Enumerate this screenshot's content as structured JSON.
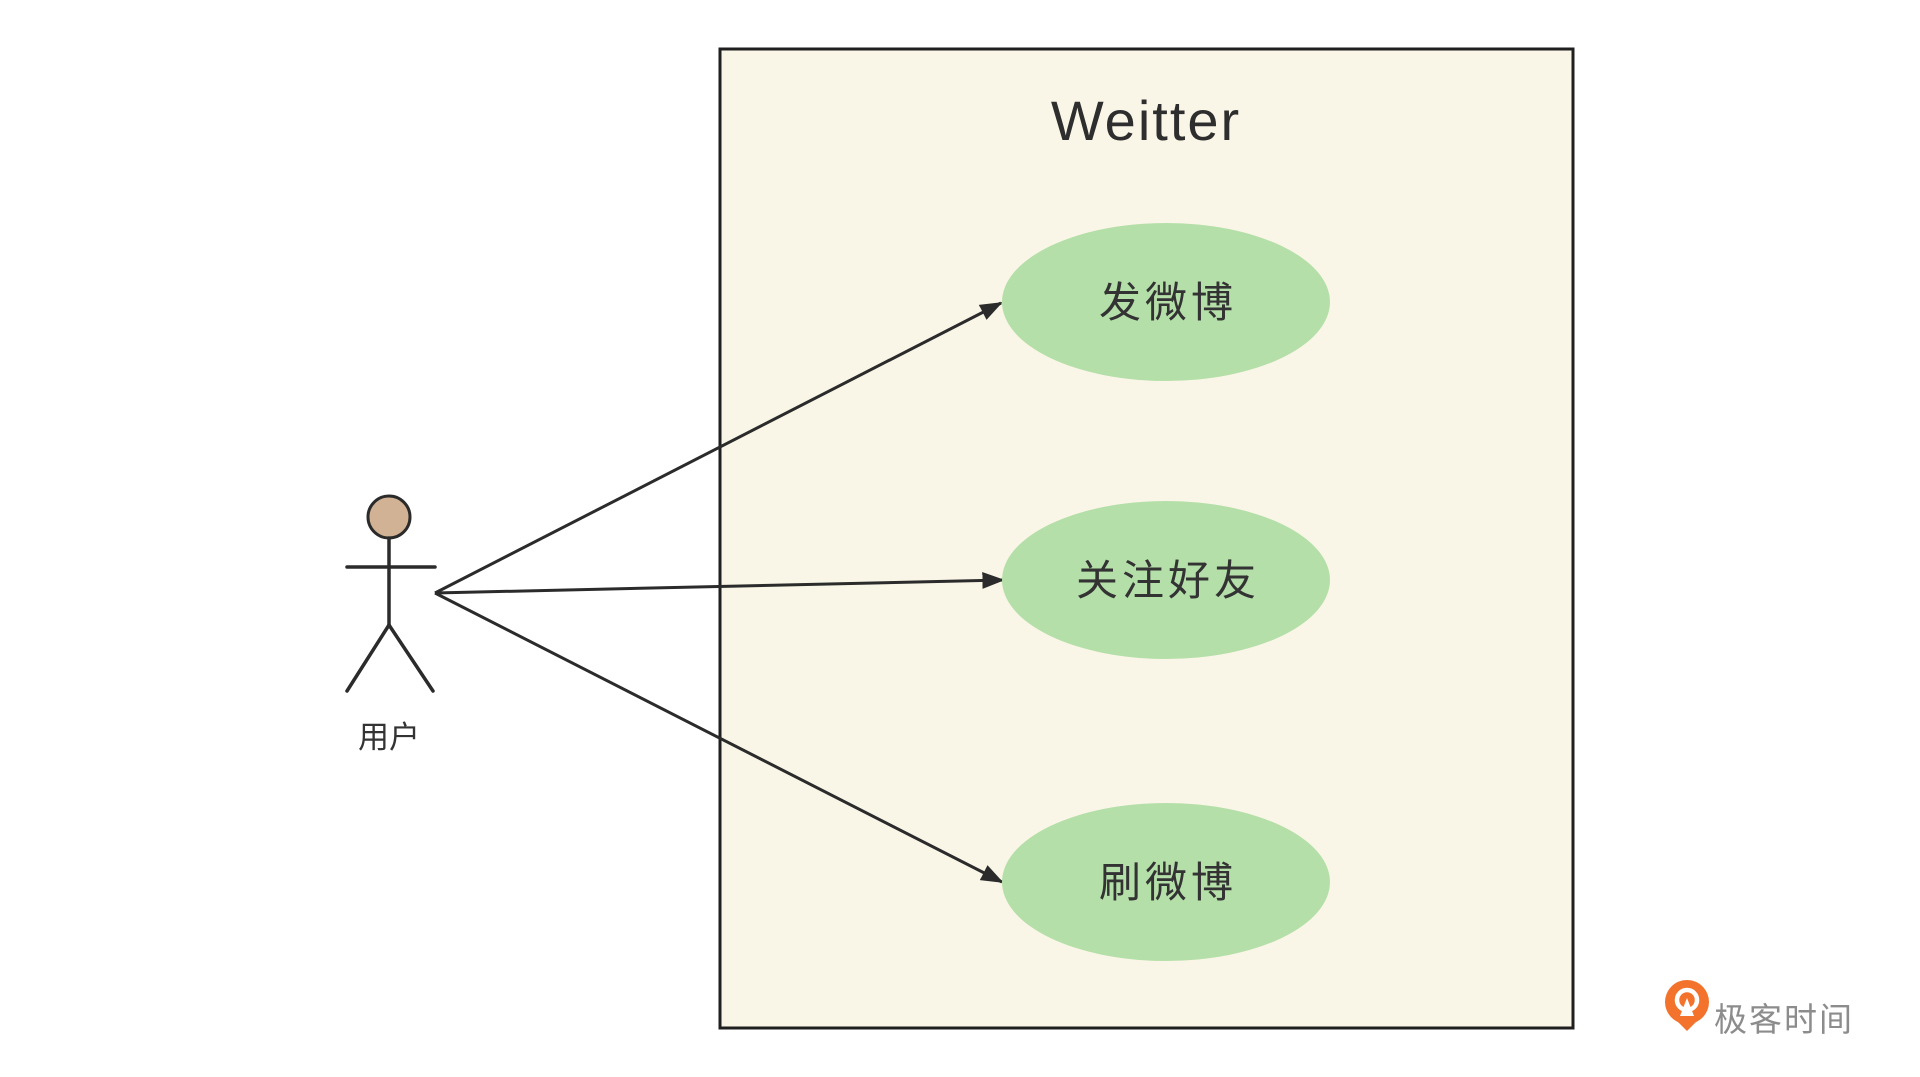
{
  "diagram": {
    "type": "uml-use-case",
    "system": {
      "title": "Weitter"
    },
    "actor": {
      "label": "用户"
    },
    "use_cases": [
      {
        "label": "发微博"
      },
      {
        "label": "关注好友"
      },
      {
        "label": "刷微博"
      }
    ],
    "associations": [
      {
        "from": "用户",
        "to": "发微博"
      },
      {
        "from": "用户",
        "to": "关注好友"
      },
      {
        "from": "用户",
        "to": "刷微博"
      }
    ],
    "colors": {
      "page_background": "#FFFFFF",
      "system_fill": "#FAF6E7",
      "system_border": "#1F1F1F",
      "use_case_fill": "#B5DFA9",
      "actor_head_fill": "#D2B294",
      "line": "#2B2B2B",
      "text": "#333333"
    }
  },
  "watermark": {
    "brand": "极客时间",
    "icon_color": "#F3722C",
    "text_color": "#8C8C8C"
  }
}
